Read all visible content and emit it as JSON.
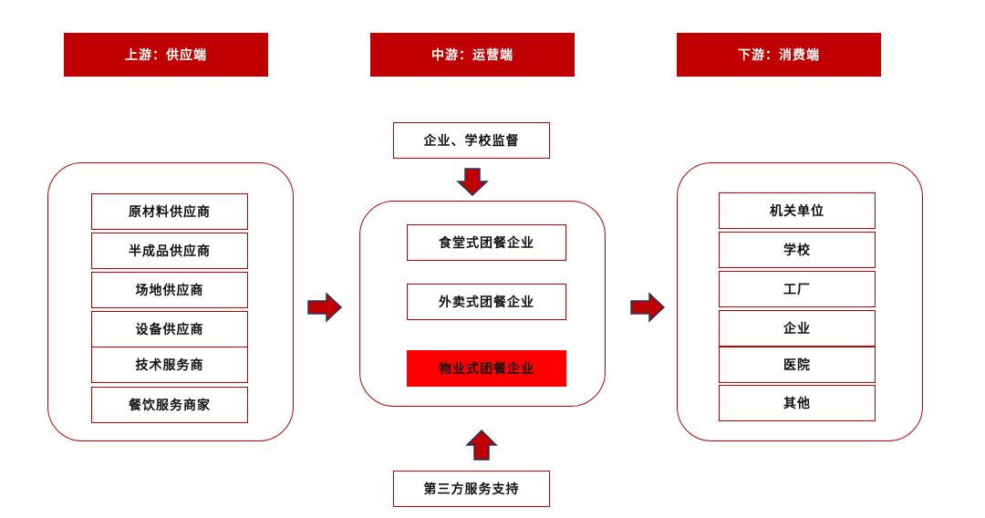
{
  "headers": {
    "upstream": "上游：供应端",
    "midstream": "中游：运营端",
    "downstream": "下游：消费端"
  },
  "upstream": {
    "items": [
      "原材料供应商",
      "半成品供应商",
      "场地供应商",
      "设备供应商",
      "技术服务商",
      "餐饮服务商家"
    ]
  },
  "midstream": {
    "supervision": "企业、学校监督",
    "items": [
      "食堂式团餐企业",
      "外卖式团餐企业",
      "物业式团餐企业"
    ],
    "support": "第三方服务支持"
  },
  "downstream": {
    "items": [
      "机关单位",
      "学校",
      "工厂",
      "企业",
      "医院",
      "其他"
    ]
  },
  "colors": {
    "primary": "#c00000",
    "highlight": "#ff0000",
    "arrow_fill": "#c00000",
    "arrow_stroke": "#1f3864"
  }
}
